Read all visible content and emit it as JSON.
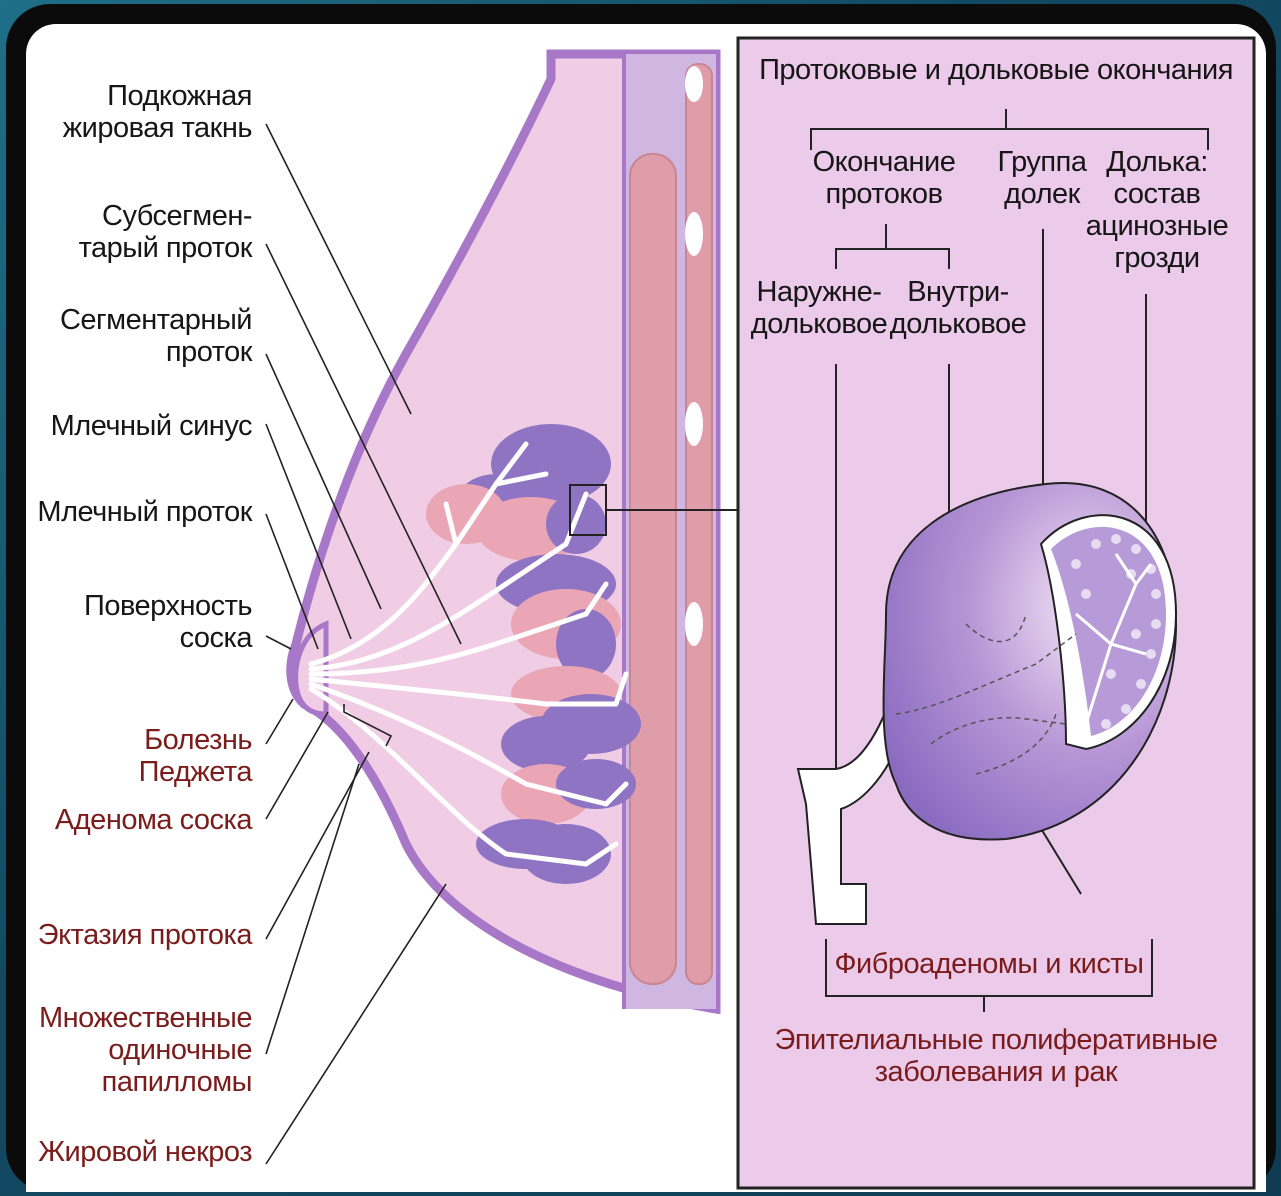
{
  "left_labels": {
    "subcutaneous_fat": "Подкожная\nжировая такнь",
    "subsegmental_duct": "Субсегмен-\nтарый проток",
    "segmental_duct": "Сегментарный\nпроток",
    "lactiferous_sinus": "Млечный синус",
    "lactiferous_duct": "Млечный проток",
    "nipple_surface": "Поверхность\nсоска"
  },
  "disease_labels": {
    "paget": "Болезнь Педжета",
    "nipple_adenoma": "Аденома соска",
    "duct_ectasia": "Эктазия протока",
    "papillomas": "Множественные\nодиночные\nпапилломы",
    "fat_necrosis": "Жировой некроз"
  },
  "inset": {
    "title": "Протоковые и дольковые окончания",
    "duct_endings": "Окончание\nпротоков",
    "lobule_group": "Группа\nдолек",
    "lobule": "Долька:\nсостав\nацинозные\nгрозди",
    "extralobular": "Наружне-\nдольковое",
    "intralobular": "Внутри-\nдольковое",
    "fibroadenoma": "Фиброаденомы и кисты",
    "epithelial": "Эпителиальные полиферативные\nзаболевания и рак"
  },
  "colors": {
    "background": "#17586f",
    "breast_fill": "#f0cde4",
    "outline": "#a977c7",
    "inset_fill": "#eccaea",
    "lobule_purple": "#8f74c4",
    "lobule_pink": "#eba6b6",
    "muscle": "#df9da9",
    "disease_text": "#7a1c1c"
  }
}
